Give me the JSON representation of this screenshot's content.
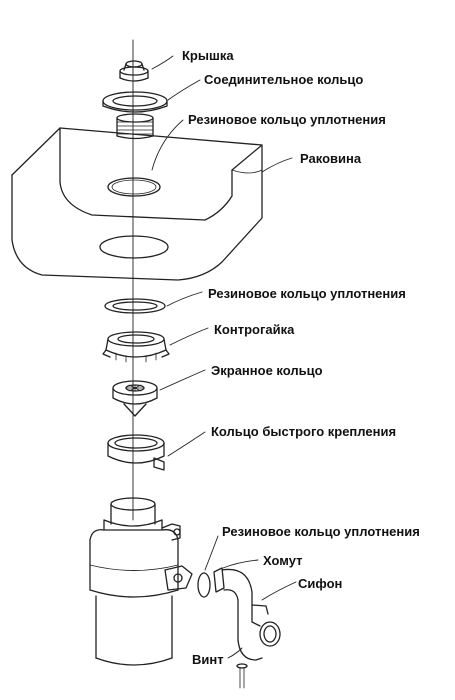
{
  "labels": {
    "cap": "Крышка",
    "connecting_ring": "Соединительное кольцо",
    "rubber_seal_top": "Резиновое кольцо уплотнения",
    "sink": "Раковина",
    "rubber_seal_middle": "Резиновое кольцо уплотнения",
    "locknut": "Контрогайка",
    "screen_ring": "Экранное кольцо",
    "quick_mount_ring": "Кольцо быстрого крепления",
    "rubber_seal_bottom": "Резиновое кольцо уплотнения",
    "clamp": "Хомут",
    "siphon": "Сифон",
    "screw": "Винт"
  }
}
